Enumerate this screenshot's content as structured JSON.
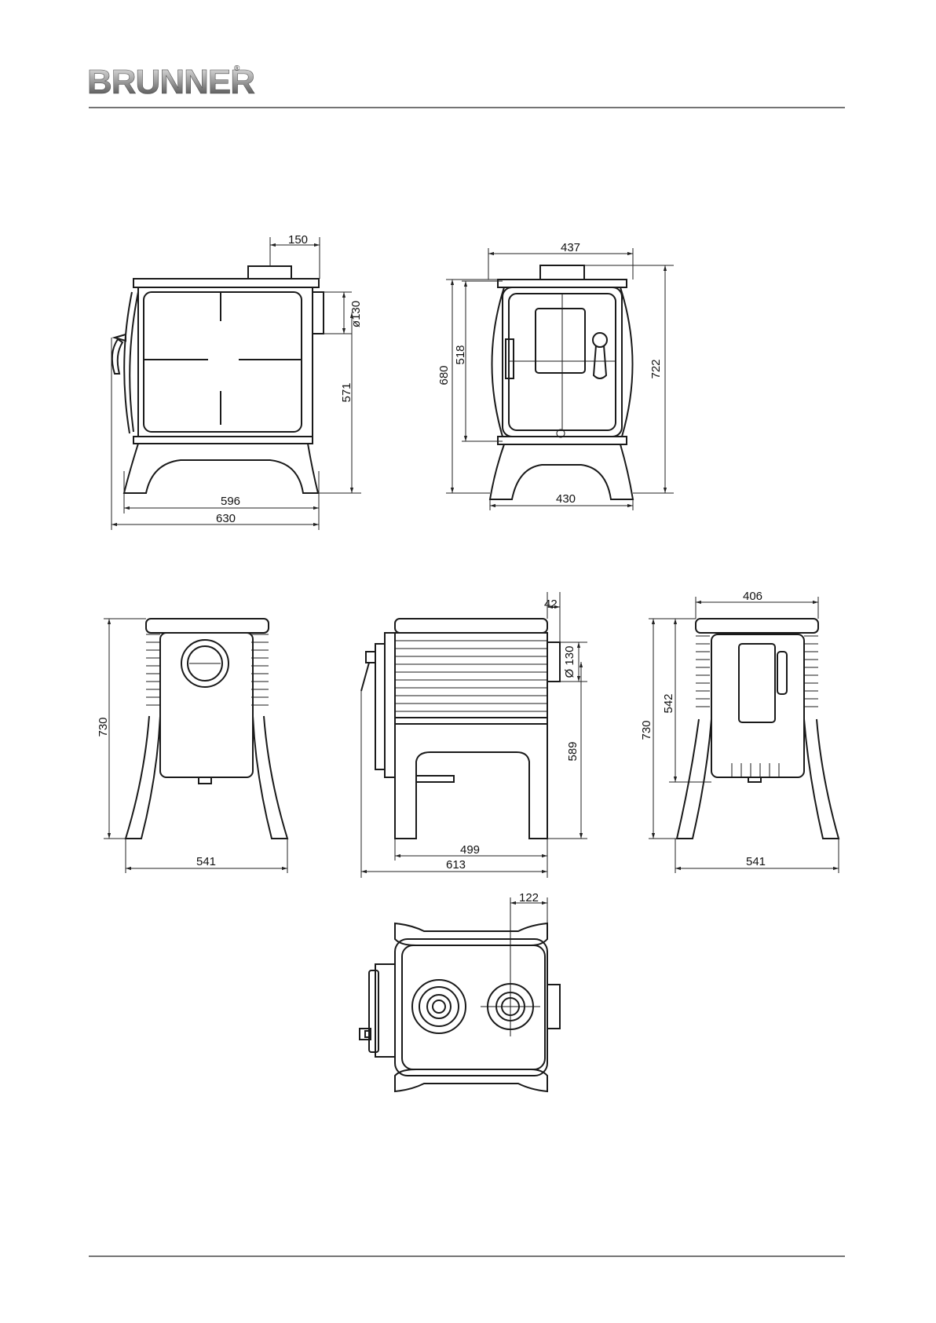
{
  "header": {
    "logo_text": "BRUNNER",
    "logo_mark": "®"
  },
  "views": {
    "side": {
      "w_top": "150",
      "flue_dia": "ø130",
      "flue_height": "571",
      "base": "596",
      "overall": "630"
    },
    "front": {
      "width": "437",
      "door_h": "518",
      "body_h": "680",
      "total_h": "722",
      "base": "430"
    },
    "back": {
      "height": "730",
      "width": "541"
    },
    "side2": {
      "offset": "42",
      "flue_dia": "Ø 130",
      "flue_height": "589",
      "inner": "499",
      "overall": "613"
    },
    "front2": {
      "width": "406",
      "inner_h": "542",
      "height": "730",
      "base": "541"
    },
    "top": {
      "offset": "122"
    }
  }
}
